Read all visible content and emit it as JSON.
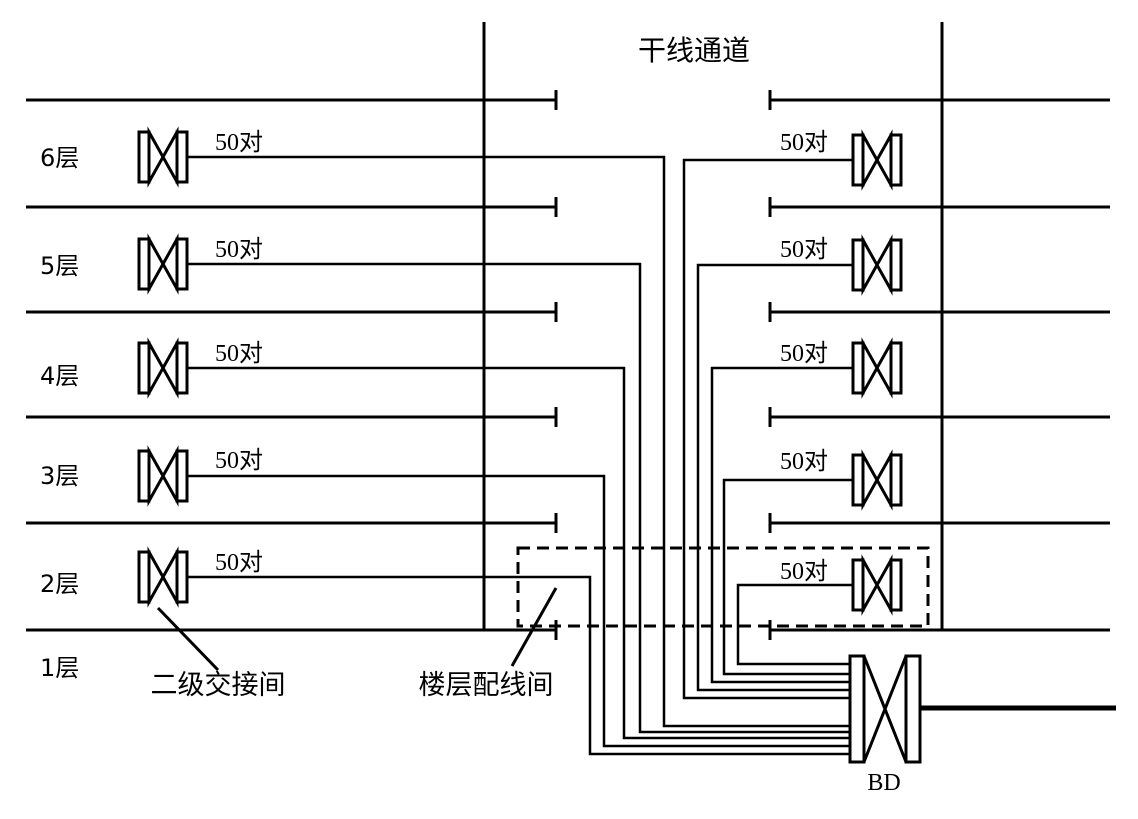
{
  "title": "干线通道",
  "floors": [
    "6层",
    "5层",
    "4层",
    "3层",
    "2层",
    "1层"
  ],
  "pair_label": "50对",
  "labels": {
    "secondary_cross_connect": "二级交接间",
    "floor_wiring_closet": "楼层配线间",
    "bd": "BD"
  },
  "colors": {
    "line": "#000000",
    "background": "#ffffff"
  }
}
